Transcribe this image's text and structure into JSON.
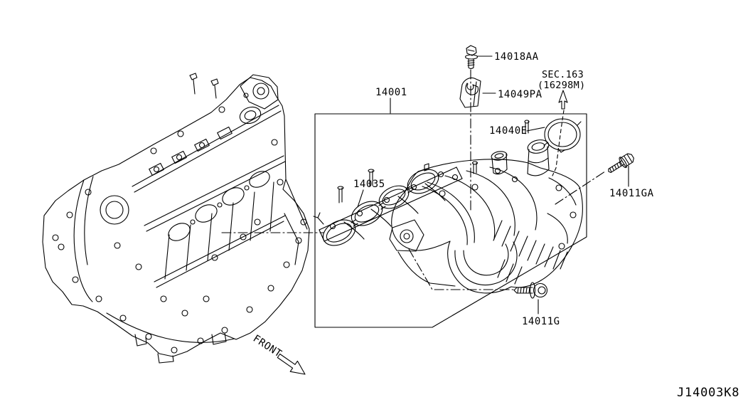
{
  "diagram": {
    "code": "J14003K8",
    "front_label": "FRONT",
    "section_ref": {
      "line1": "SEC.163",
      "line2": "(16298M)"
    },
    "part_labels": {
      "p14001": "14001",
      "p14018AA": "14018AA",
      "p14049PA": "14049PA",
      "p14040E": "14040E",
      "p14035": "14035",
      "p14011GA": "14011GA",
      "p14011G": "14011G"
    },
    "colors": {
      "line": "#000000",
      "background": "#ffffff"
    }
  }
}
